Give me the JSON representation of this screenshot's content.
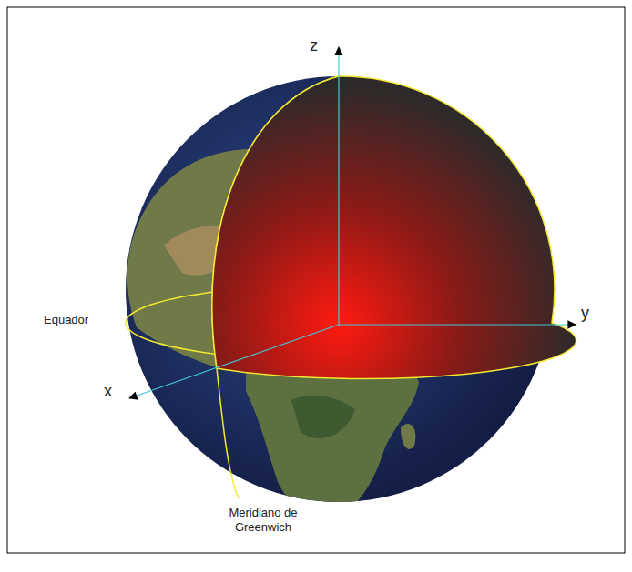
{
  "diagram": {
    "labels": [
      "z",
      "y",
      "x",
      "Equador",
      "Meridiano de Greenwich"
    ]
  }
}
